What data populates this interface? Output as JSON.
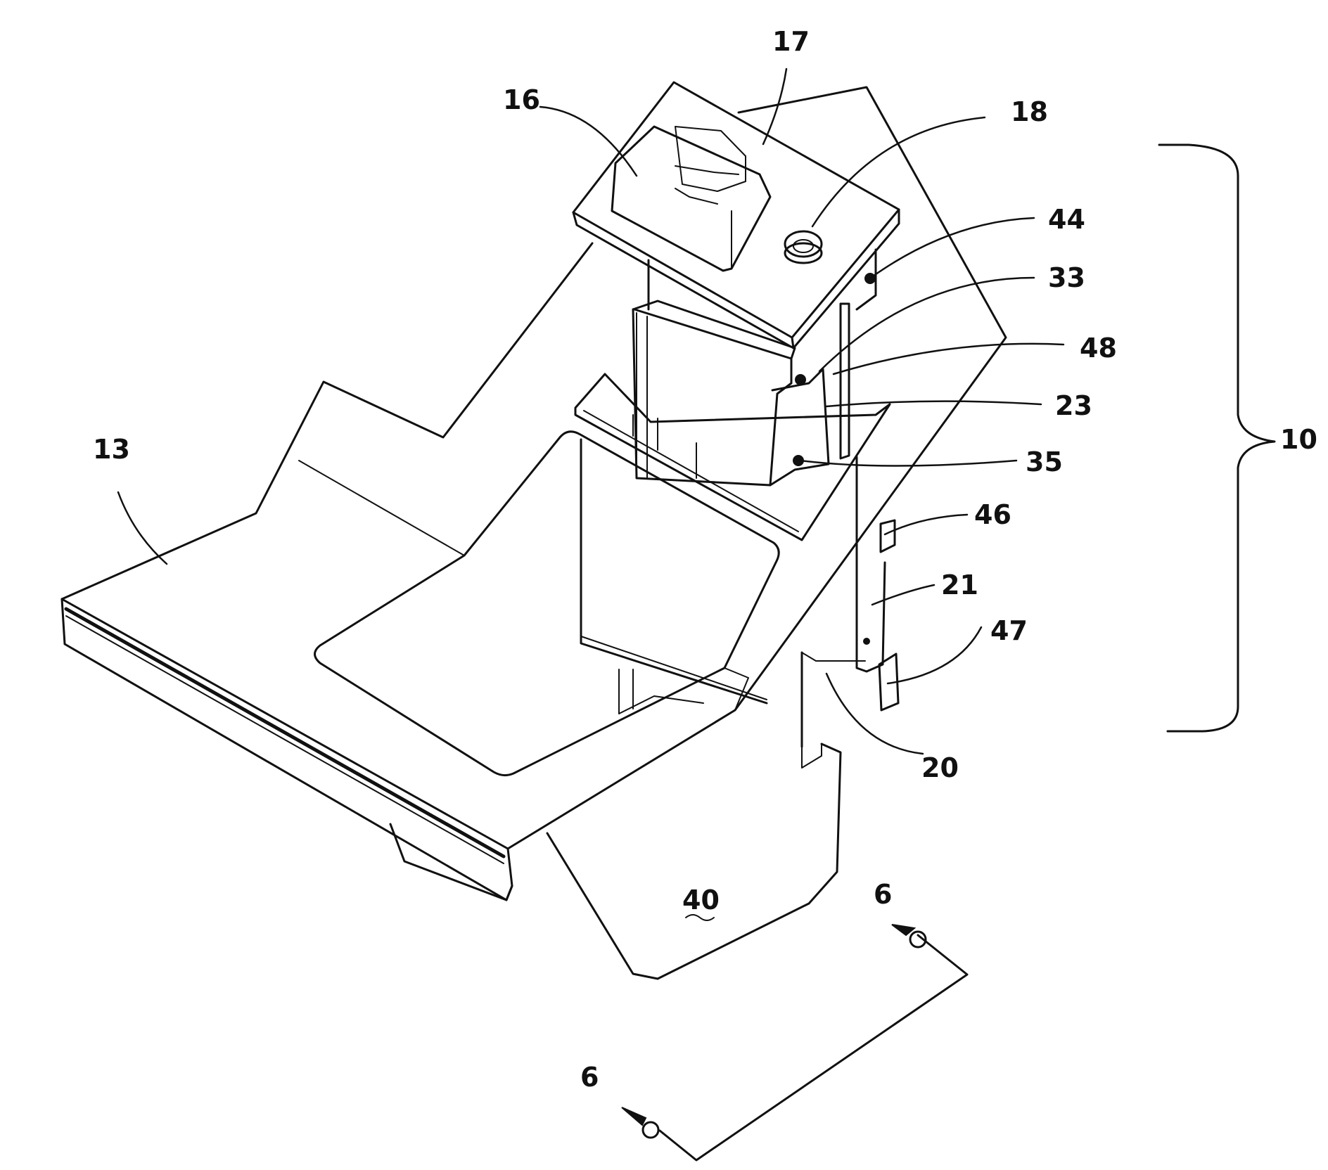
{
  "figure": {
    "ref_numerals": {
      "r16": "16",
      "r17": "17",
      "r18": "18",
      "r44": "44",
      "r33": "33",
      "r48": "48",
      "r23": "23",
      "r35": "35",
      "r10": "10",
      "r46": "46",
      "r21": "21",
      "r47": "47",
      "r20": "20",
      "r13": "13",
      "r40": "40",
      "section_top": "6",
      "section_bottom": "6"
    },
    "colors": {
      "ink": "#111111",
      "paper": "#ffffff"
    }
  }
}
